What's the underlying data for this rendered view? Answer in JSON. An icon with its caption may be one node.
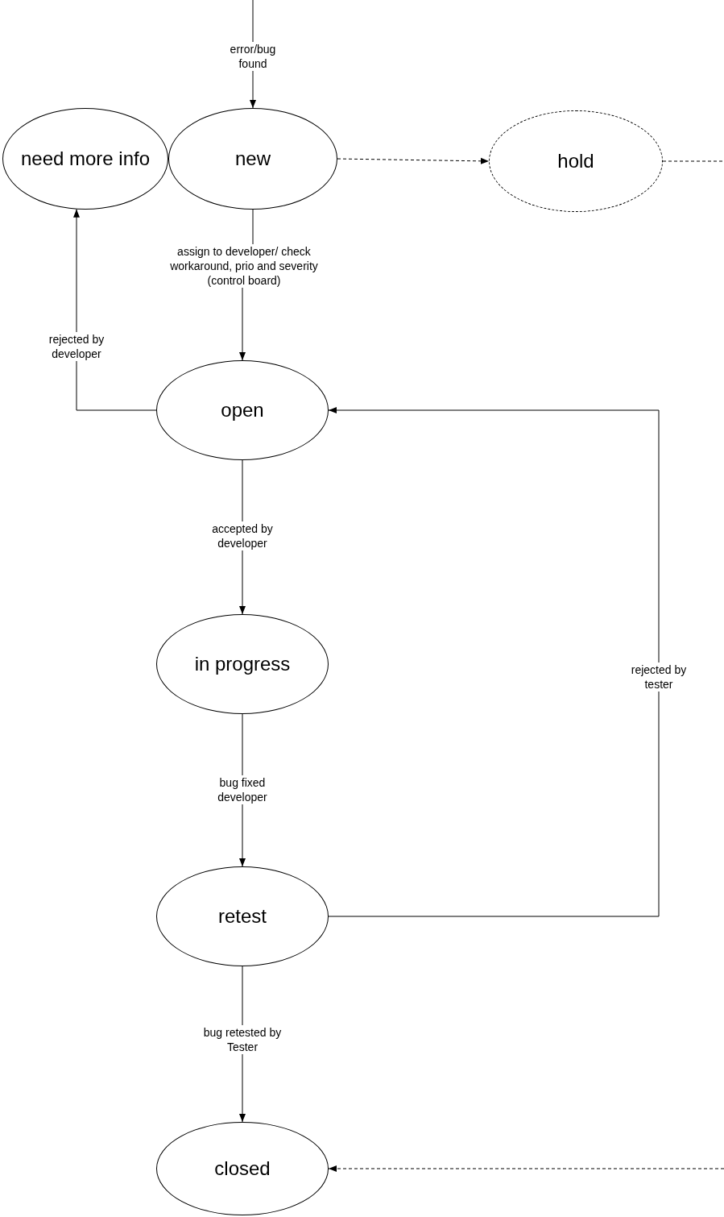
{
  "diagram": {
    "nodes": [
      {
        "text": [
          "need more info"
        ]
      },
      {
        "text": [
          "new"
        ]
      },
      {
        "text": [
          "hold"
        ]
      },
      {
        "text": [
          "open"
        ]
      },
      {
        "text": [
          "in progress"
        ]
      },
      {
        "text": [
          "retest"
        ]
      },
      {
        "text": [
          "closed"
        ]
      }
    ],
    "edges": [
      {
        "from": null,
        "to": 1,
        "arrow": "to",
        "label": "error/bug found"
      },
      {
        "from": 1,
        "to": 2,
        "arrow": "to",
        "style": "dashed"
      },
      {
        "from": 2,
        "to": null,
        "arrow": "none",
        "style": "dashed"
      },
      {
        "from": 1,
        "to": 3,
        "arrow": "to",
        "label": "assign to developer/ check workaround, prio and severity (control board)"
      },
      {
        "from": 3,
        "to": 0,
        "arrow": "to",
        "label": "rejected by developer"
      },
      {
        "from": 3,
        "to": 4,
        "arrow": "to",
        "label": "accepted by developer"
      },
      {
        "from": 4,
        "to": 5,
        "arrow": "to",
        "label": "bug fixed developer"
      },
      {
        "from": 5,
        "to": 3,
        "arrow": "to",
        "label": "rejected by tester"
      },
      {
        "from": 5,
        "to": 6,
        "arrow": "to",
        "label": "bug retested by Tester"
      },
      {
        "from": null,
        "to": 6,
        "arrow": "to",
        "style": "dashed"
      }
    ]
  }
}
